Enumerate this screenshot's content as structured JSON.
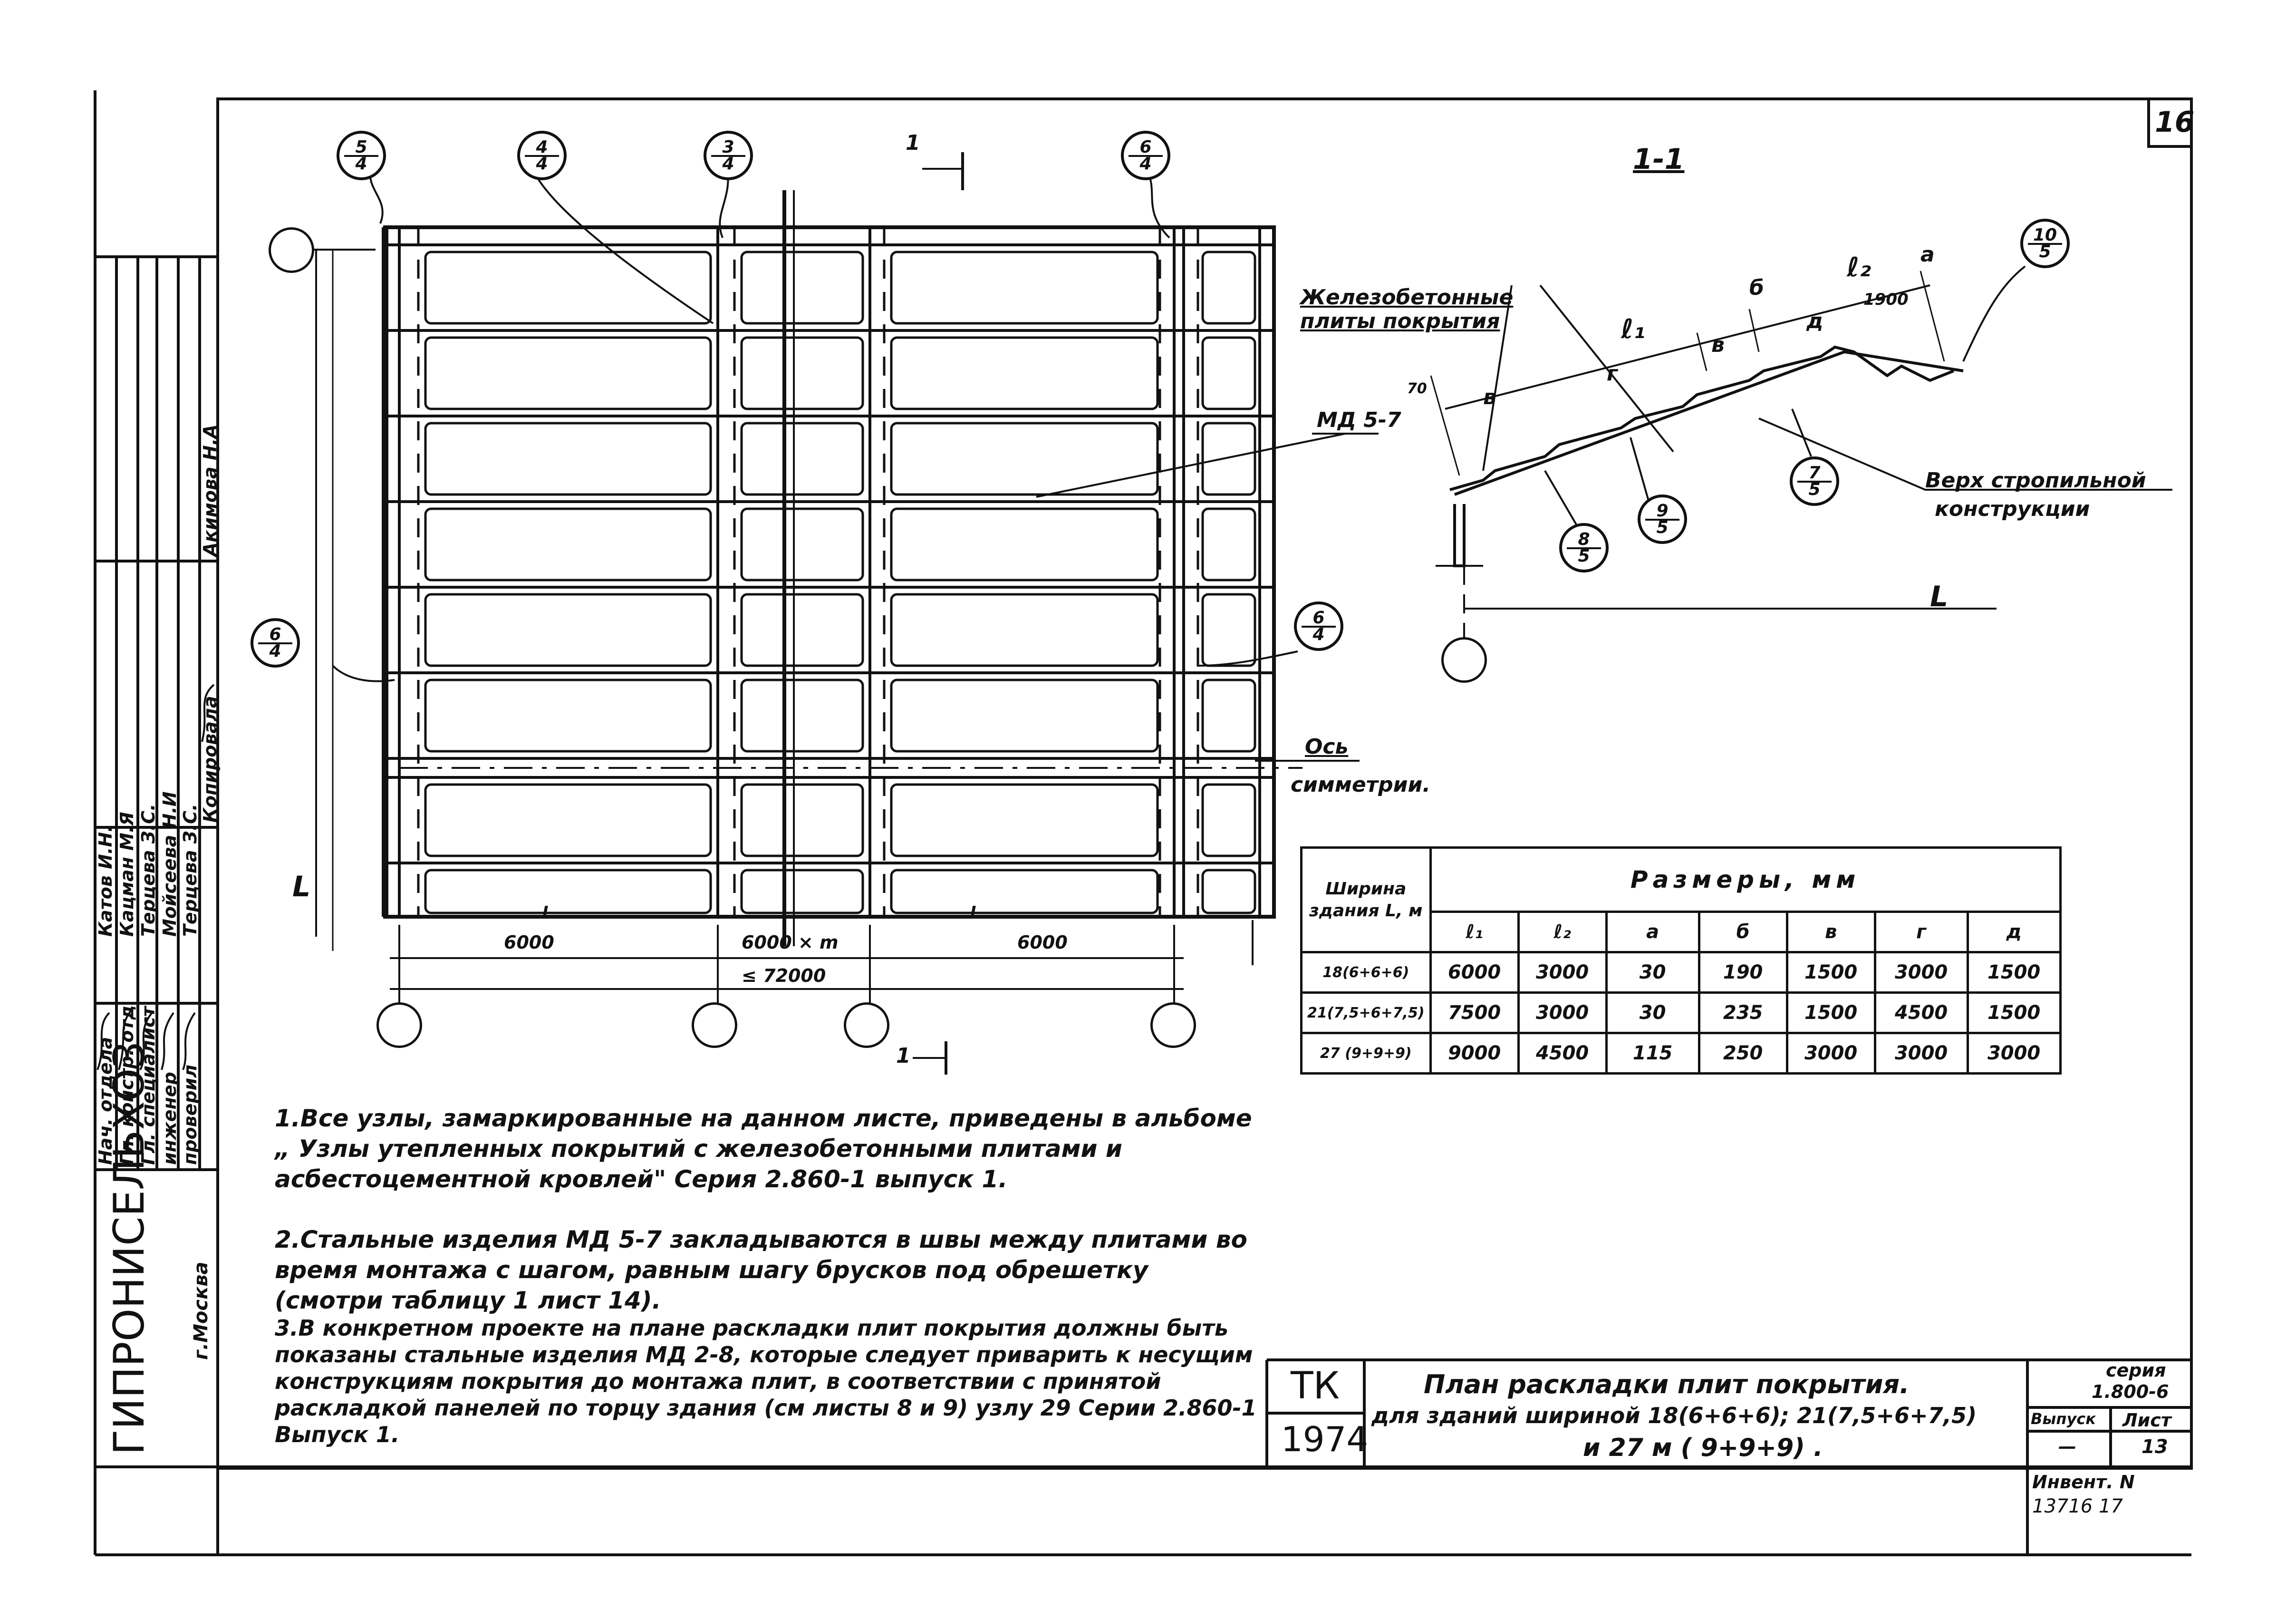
{
  "sheet_number": "16",
  "plan": {
    "markers": [
      {
        "top": "5",
        "bottom": "4"
      },
      {
        "top": "4",
        "bottom": "4"
      },
      {
        "top": "3",
        "bottom": "4"
      },
      {
        "top": "6",
        "bottom": "4"
      },
      {
        "top": "6",
        "bottom": "4"
      },
      {
        "top": "6",
        "bottom": "4"
      }
    ],
    "section_mark": "1",
    "section_mark_bottom": "1",
    "embed_label": "МД 5-7",
    "symmetry_axis_line1": "Ось",
    "symmetry_axis_line2": "симметрии.",
    "width_label": "L",
    "span_labels": [
      "6000",
      "6000 × m",
      "6000"
    ],
    "total_label": "≤ 72000",
    "l_mark": "l"
  },
  "section": {
    "title": "1-1",
    "label_plates_line1": "Железобетонные",
    "label_plates_line2": "плиты покрытия",
    "label_top_line1": "Верх стропильной",
    "label_top_line2": "конструкции",
    "dims": {
      "l1": "ℓ₁",
      "l2": "ℓ₂",
      "a": "а",
      "b": "б",
      "v1": "в",
      "v2": "в",
      "g": "г",
      "d": "д",
      "d1900": "1900",
      "d70": "70"
    },
    "markers": [
      {
        "top": "10",
        "bottom": "5"
      },
      {
        "top": "9",
        "bottom": "5"
      },
      {
        "top": "7",
        "bottom": "5"
      },
      {
        "top": "8",
        "bottom": "5"
      }
    ],
    "L": "L"
  },
  "table": {
    "header_col1": "Ширина здания L, м",
    "header_group": "Размеры, мм",
    "columns": [
      "ℓ₁",
      "ℓ₂",
      "а",
      "б",
      "в",
      "г",
      "д"
    ],
    "rows": [
      {
        "width": "18(6+6+6)",
        "values": [
          "6000",
          "3000",
          "30",
          "190",
          "1500",
          "3000",
          "1500"
        ]
      },
      {
        "width": "21(7,5+6+7,5)",
        "values": [
          "7500",
          "3000",
          "30",
          "235",
          "1500",
          "4500",
          "1500"
        ]
      },
      {
        "width": "27 (9+9+9)",
        "values": [
          "9000",
          "4500",
          "115",
          "250",
          "3000",
          "3000",
          "3000"
        ]
      }
    ]
  },
  "notes": [
    "1.Все узлы, замаркированные на данном листе, приведены в альбоме „ Узлы утепленных покрытий с железобетонными плитами и асбестоцементной кровлей\" Серия 2.860-1 выпуск 1.",
    "2.Стальные изделия МД 5-7 закладываются в швы между плитами во время монтажа с шагом, равным шагу брусков под обрешетку (смотри таблицу 1 лист 14).",
    "3.В конкретном проекте на плане раскладки плит покрытия должны быть показаны стальные изделия МД 2-8, которые следует приварить к несущим конструкциям покрытия до монтажа плит, в соответствии с принятой раскладкой панелей по торцу здания (см листы 8 и 9) узлу 29 Серии 2.860-1 Выпуск 1."
  ],
  "title_block": {
    "tk": "ТК",
    "year": "1974",
    "title_line1": "План раскладки плит покрытия.",
    "title_line2": "для зданий шириной 18(6+6+6); 21(7,5+6+7,5)",
    "title_line3": "и 27 м ( 9+9+9) .",
    "series_label": "серия",
    "series_value": "1.800-6",
    "issue_label": "Выпуск",
    "issue_value": "—",
    "sheet_label": "Лист",
    "sheet_value": "13",
    "inv_label": "Инвент. N",
    "inv_value": "13716   17"
  },
  "left_block": {
    "org": "ГИПРОНИСЕЛЬХОЗ",
    "city": "г.Москва",
    "roles": [
      "Нач. отдела",
      "Гл. констр. отд",
      "Гл. специалист",
      "инженер",
      "проверил"
    ],
    "names": [
      "Катов И.Н.",
      "Кацман М.Я",
      "Терцева З.С.",
      "Мойсеева Н.И",
      "Терцева З.С."
    ],
    "copy_label": "Копировала",
    "copy_name": "Акимова Н.А"
  }
}
